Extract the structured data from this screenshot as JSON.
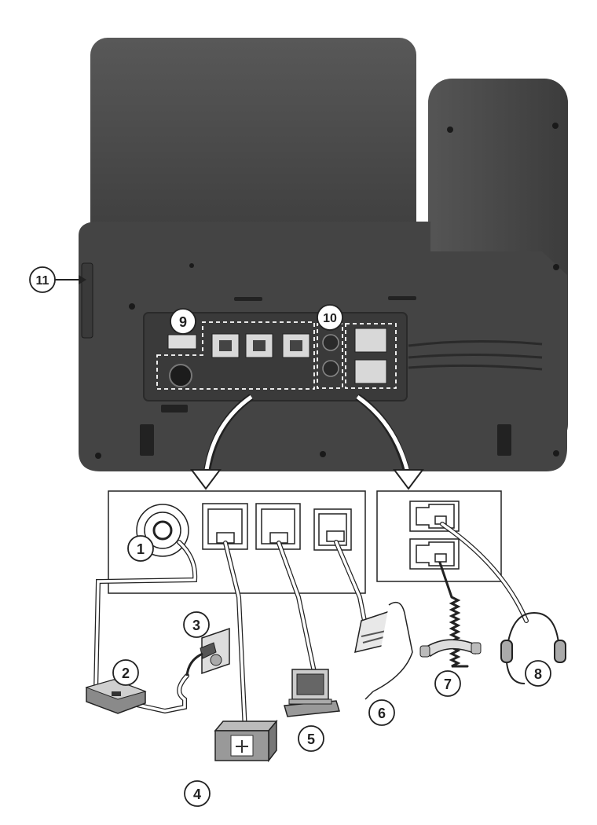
{
  "callouts": [
    {
      "id": "power-port",
      "label": "1"
    },
    {
      "id": "power-adapter",
      "label": "2"
    },
    {
      "id": "wall-outlet",
      "label": "3"
    },
    {
      "id": "network-switch",
      "label": "4"
    },
    {
      "id": "computer",
      "label": "5"
    },
    {
      "id": "expansion-module",
      "label": "6"
    },
    {
      "id": "handset",
      "label": "7"
    },
    {
      "id": "headset",
      "label": "8"
    },
    {
      "id": "usb-port",
      "label": "9"
    },
    {
      "id": "audio-jacks",
      "label": "10"
    },
    {
      "id": "side-usb-port",
      "label": "11"
    }
  ],
  "colors": {
    "phone_body": "#4a4a4a",
    "phone_body_dark": "#303030",
    "port": "#dcdcdc",
    "outline": "#222222",
    "cable": "#ffffff"
  },
  "icons": [
    "power-plug-icon",
    "network-switch-icon",
    "computer-icon",
    "handset-icon",
    "headset-icon",
    "expansion-module-icon"
  ]
}
